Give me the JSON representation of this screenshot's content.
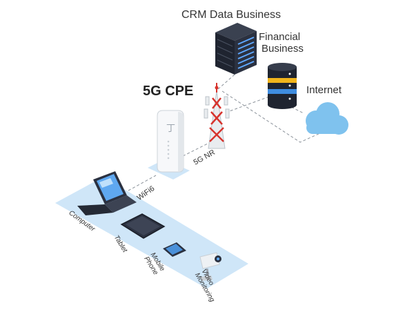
{
  "labels": {
    "crm": "CRM Data Business",
    "financial_line1": "Financial",
    "financial_line2": "Business",
    "internet": "Internet",
    "cpe": "5G CPE",
    "nr": "5G NR",
    "wifi": "WiFi6"
  },
  "devices": {
    "computer": "Computer",
    "tablet": "Tablet",
    "phone_line1": "Mobile",
    "phone_line2": "Phone",
    "camera_line1": "Video",
    "camera_line2": "Monitoring"
  },
  "colors": {
    "platform": "#cfe6f8",
    "cloud": "#7fc2ee",
    "tower": "#d7332d",
    "server_dark": "#1f2430",
    "database_gold": "#f1b51c",
    "link_line": "#8a9199",
    "text": "#333333"
  },
  "icons": [
    "server-rack-icon",
    "database-icon",
    "cloud-icon",
    "cell-tower-icon",
    "router-icon",
    "laptop-icon",
    "tablet-icon",
    "phone-icon",
    "camera-icon"
  ]
}
